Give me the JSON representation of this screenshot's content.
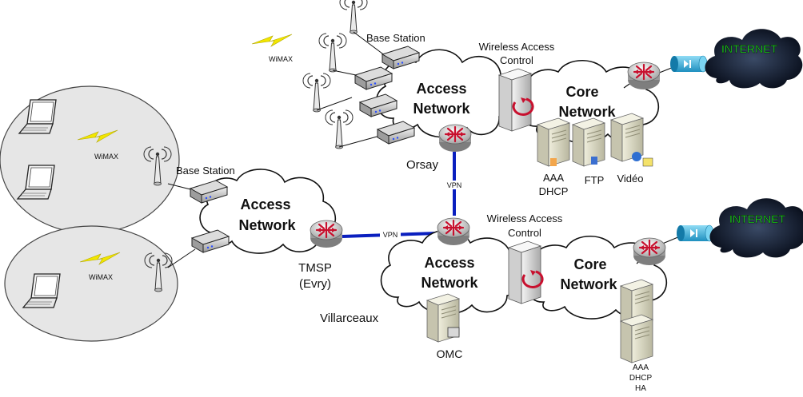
{
  "wimax_label": "WiMAX",
  "sites": {
    "top": {
      "base_station": "Base Station",
      "wireless_access_control_line1": "Wireless Access",
      "wireless_access_control_line2": "Control",
      "access_network_line1": "Access",
      "access_network_line2": "Network",
      "core_network_line1": "Core",
      "core_network_line2": "Network",
      "router_label": "Orsay",
      "server_aaa_line1": "AAA",
      "server_aaa_line2": "DHCP",
      "server_ftp": "FTP",
      "server_video": "Vidéo",
      "internet": "INTERNET"
    },
    "left": {
      "base_station": "Base Station",
      "access_network_line1": "Access",
      "access_network_line2": "Network",
      "router_label_line1": "TMSP",
      "router_label_line2": "(Evry)"
    },
    "bottom": {
      "wireless_access_control_line1": "Wireless Access",
      "wireless_access_control_line2": "Control",
      "access_network_line1": "Access",
      "access_network_line2": "Network",
      "core_network_line1": "Core",
      "core_network_line2": "Network",
      "site_label": "Villarceaux",
      "server_omc": "OMC",
      "server_stack_line1": "AAA",
      "server_stack_line2": "DHCP",
      "server_stack_line3": "HA",
      "internet": "INTERNET"
    }
  },
  "vpn_label": "VPN",
  "colors": {
    "vpn_link": "#0a1fbf",
    "internet_text": "#22ff22",
    "cloud_fill": "#ffffff",
    "ellipse_fill": "#e6e6e6",
    "wimax_bolt": "#f2e600",
    "router_icon": "router-icon",
    "server_icon": "server-icon",
    "laptop_icon": "laptop-icon",
    "antenna_icon": "antenna-icon",
    "firewall_icon": "firewall-icon"
  }
}
